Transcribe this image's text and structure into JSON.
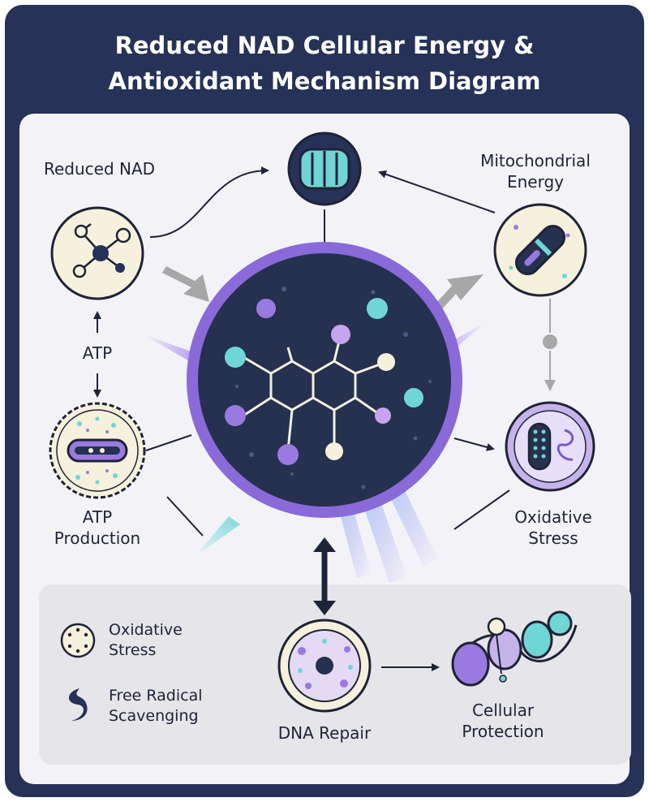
{
  "title": {
    "line1": "Reduced NAD Cellular Energy &",
    "line2": "Antioxidant Mechanism Diagram"
  },
  "nodes": {
    "reduced_nad": {
      "label": "Reduced NAD",
      "icon": "molecule-network-icon"
    },
    "mitochondrial_energy": {
      "line1": "Mitochondrial",
      "line2": "Energy",
      "icon": "mitochondrion-icon"
    },
    "atp": {
      "label": "ATP"
    },
    "atp_production": {
      "line1": "ATP",
      "line2": "Production",
      "icon": "cell-icon"
    },
    "oxidative_stress": {
      "line1": "Oxidative",
      "line2": "Stress",
      "icon": "damaged-cell-icon"
    },
    "dna_repair": {
      "label": "DNA Repair",
      "icon": "nucleus-icon"
    },
    "cellular_protection": {
      "line1": "Cellular",
      "line2": "Protection",
      "icon": "dna-helix-icon"
    },
    "top_center": {
      "icon": "mitochondria-cluster-icon"
    },
    "central_hub": {
      "icon": "nadh-molecule-icon"
    }
  },
  "legend": {
    "items": [
      {
        "line1": "Oxidative",
        "line2": "Stress",
        "icon": "dotted-circle-icon"
      },
      {
        "line1": "Free Radical",
        "line2": "Scavenging",
        "icon": "swirl-icon"
      }
    ]
  },
  "colors": {
    "frame": "#263257",
    "panel": "#f3f3f7",
    "hub": "#26304f",
    "purple": "#8a6ad8",
    "teal": "#6fd5d5",
    "cream": "#f5f1dc"
  }
}
